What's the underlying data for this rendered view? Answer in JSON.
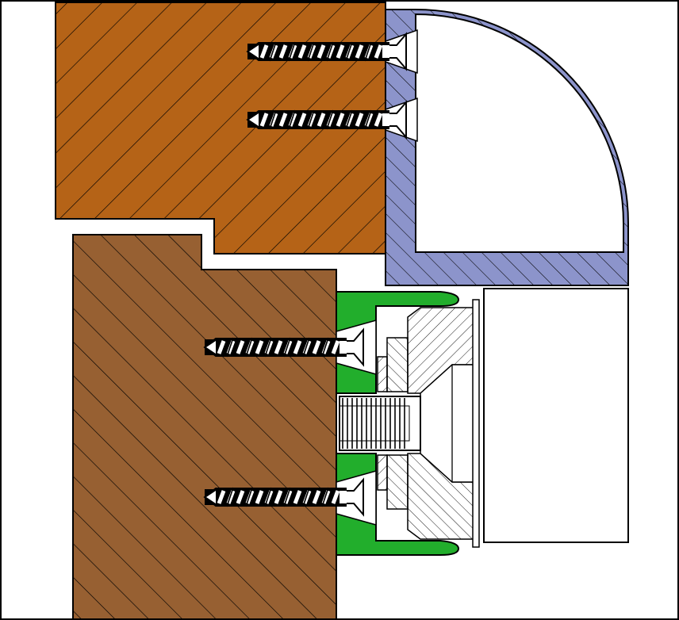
{
  "drawing": {
    "colors": {
      "background": "#ffffff",
      "outline": "#000000",
      "upper_timber": "#b56317",
      "lower_timber": "#976032",
      "aluminium_profile": "#8c94cb",
      "green_bracket": "#22ae2c",
      "hardware_fill": "#ffffff"
    },
    "parts": [
      "upper-timber-block",
      "lower-timber-block",
      "rounded-aluminium-profile",
      "green-mounting-bracket",
      "threaded-bolt",
      "hex-nut",
      "washers",
      "rectangular-cover-plate",
      "countersunk-wood-screws"
    ],
    "screw_count": 4
  }
}
